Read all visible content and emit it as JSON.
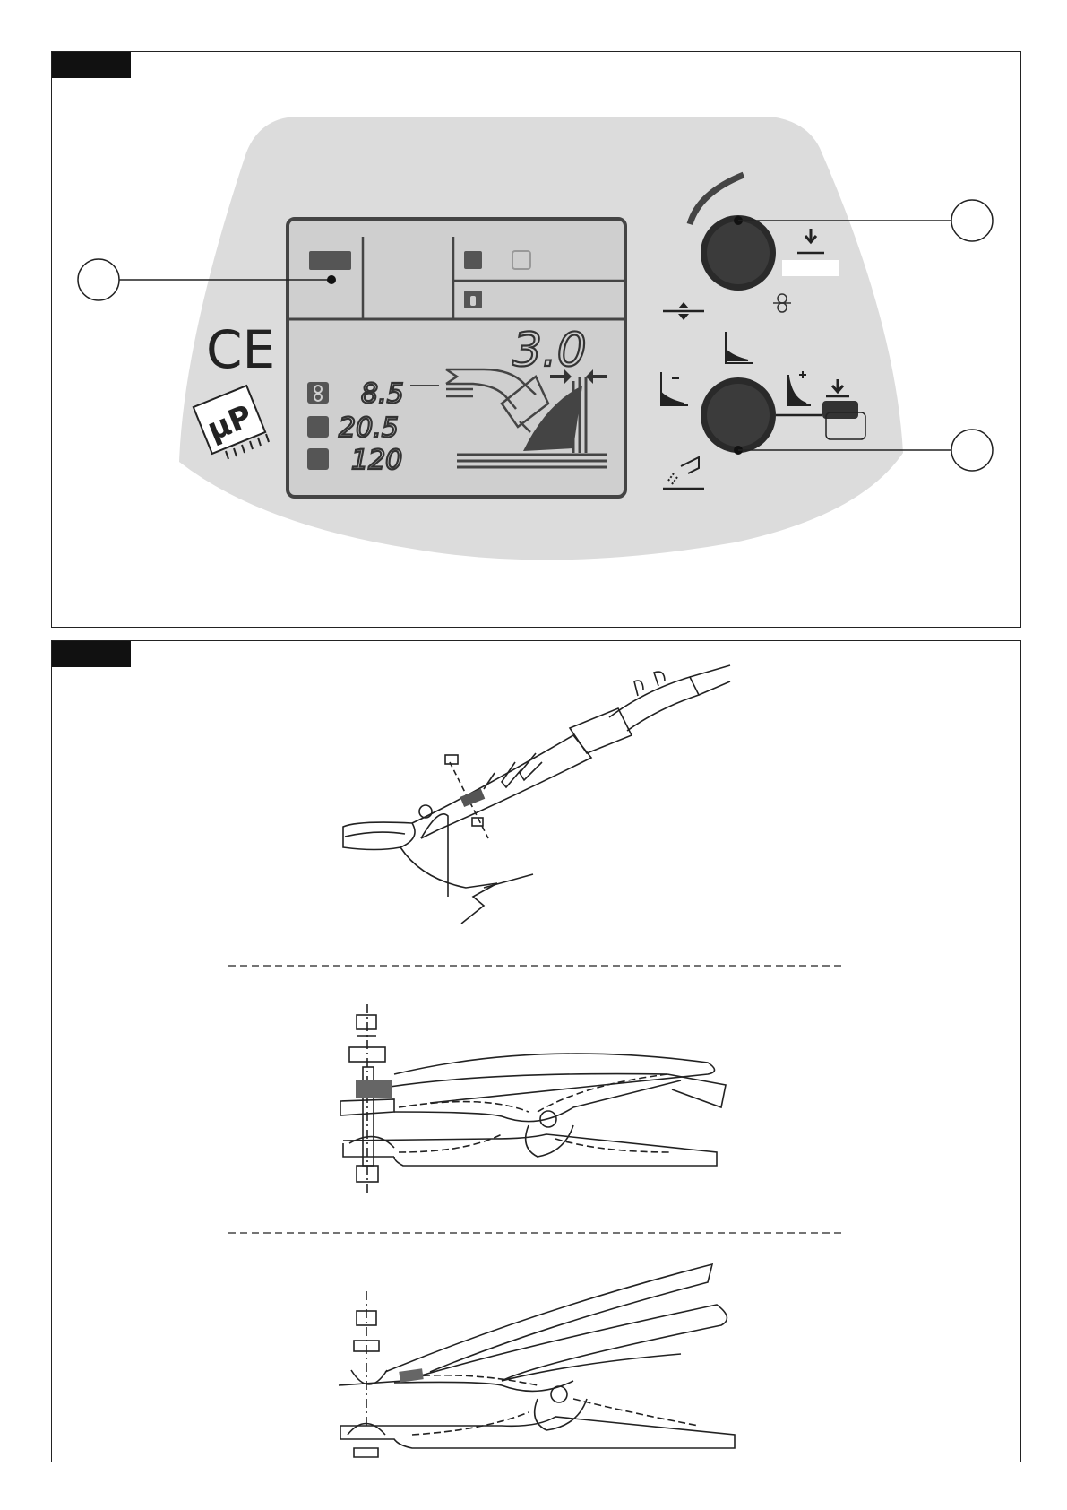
{
  "panel": {
    "display_main": "3.0",
    "row_wire_speed": "8.5",
    "row_voltage": "20.5",
    "row_current": "120",
    "ce_mark": "CE",
    "chip_logo": "µP"
  },
  "icons": {
    "ce": "ce-mark-icon",
    "chip": "microprocessor-chip-icon",
    "wire_feed": "wire-feed-rollers-icon",
    "gas": "gas-cylinder-icon",
    "save": "save-program-icon",
    "torch": "welding-torch-icon"
  },
  "colors": {
    "panel_gray": "#dcdcdc",
    "lcd_gray": "#cfcfcf",
    "lcd_border": "#444444",
    "knob_dark": "#2a2a2a"
  }
}
